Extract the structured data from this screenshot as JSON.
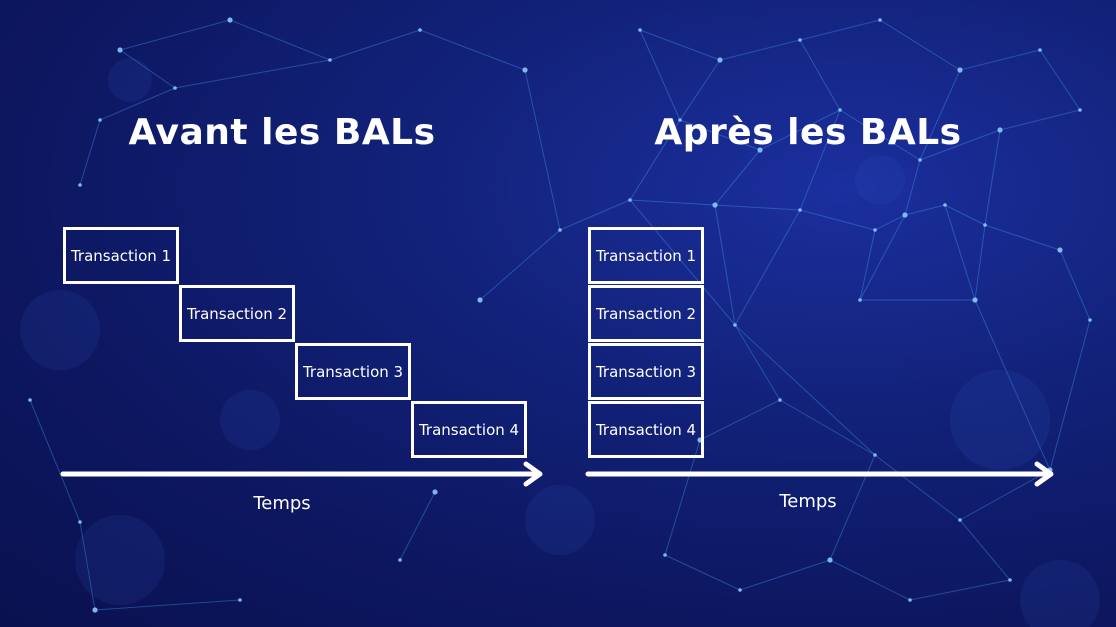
{
  "before": {
    "title": "Avant les BALs",
    "transactions": [
      "Transaction 1",
      "Transaction 2",
      "Transaction 3",
      "Transaction 4"
    ],
    "axis_label": "Temps"
  },
  "after": {
    "title": "Après les BALs",
    "transactions": [
      "Transaction 1",
      "Transaction 2",
      "Transaction 3",
      "Transaction 4"
    ],
    "axis_label": "Temps"
  },
  "colors": {
    "background": "#0d1760",
    "foreground": "#ffffff",
    "network": "#4aa8ff"
  }
}
